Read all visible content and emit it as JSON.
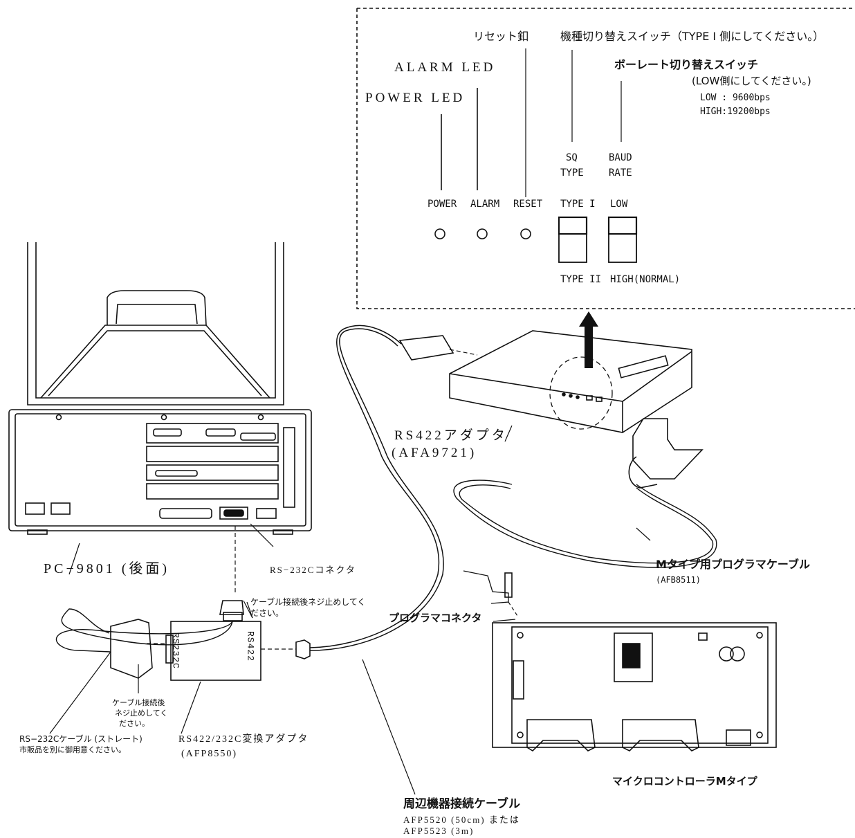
{
  "panel": {
    "reset_button": "リセット釦",
    "type_switch": "機種切り替えスイッチ（TYPE I 側にしてください。）",
    "alarm_led": "ALARM LED",
    "baud_switch": "ボーレート切り替えスイッチ",
    "baud_note": "(LOW側にしてください。)",
    "low_rate": "LOW : 9600bps",
    "high_rate": "HIGH:19200bps",
    "power_led": "POWER LED",
    "sq": "SQ",
    "type": "TYPE",
    "baud": "BAUD",
    "rate": "RATE",
    "power": "POWER",
    "alarm": "ALARM",
    "reset": "RESET",
    "type1": "TYPE I",
    "low": "LOW",
    "type2": "TYPE II",
    "high_normal": "HIGH(NORMAL)"
  },
  "labels": {
    "rs422_adapter": "RS422アダプタ",
    "rs422_adapter_model": "(AFA9721)",
    "pc": "PC−9801 (後面)",
    "rs232c_connector": "RS−232Cコネクタ",
    "screw_note_1a": "ケーブル接続後ネジ止めしてく",
    "screw_note_1b": "ださい。",
    "screw_note_2a": "ケーブル接続後",
    "screw_note_2b": "ネジ止めしてく",
    "screw_note_2c": "ださい。",
    "rs232c_cable_a": "RS−232Cケーブル (ストレート)",
    "rs232c_cable_b": "市販品を別に御用意ください。",
    "converter": "RS422/232C変換アダプタ",
    "converter_model": "(AFP8550)",
    "adapter_rs232c": "RS232C",
    "adapter_rs422": "RS422",
    "m_cable": "Mタイプ用プログラマケーブル",
    "m_cable_model": "(AFB8511)",
    "prog_connector": "プログラマコネクタ",
    "micro_m": "マイクロコントローラMタイプ",
    "periph_cable": "周辺機器接続ケーブル",
    "periph_a": "AFP5520 (50cm) または",
    "periph_b": "AFP5523 (3m)"
  }
}
